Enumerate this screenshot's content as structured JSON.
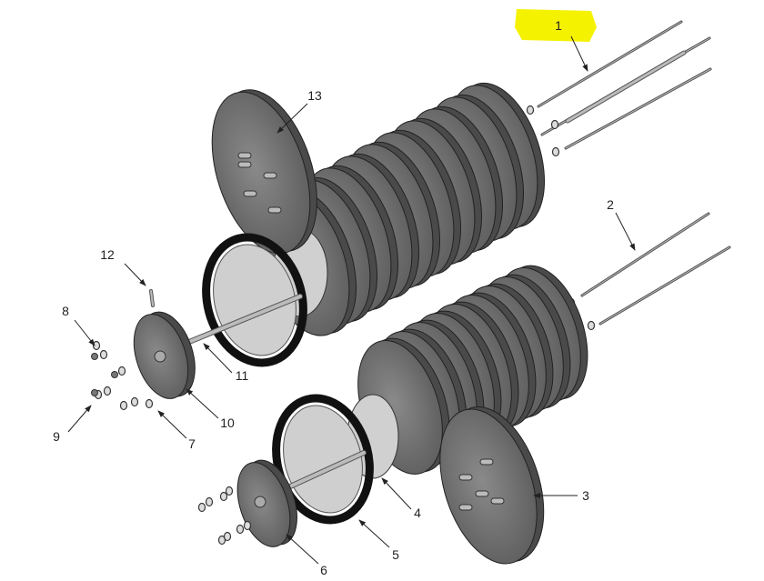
{
  "diagram": {
    "title": "Exploded parts diagram",
    "highlight_color": "#f5f200",
    "highlighted_callout": "1",
    "callouts": [
      "1",
      "2",
      "3",
      "4",
      "5",
      "6",
      "7",
      "8",
      "9",
      "10",
      "11",
      "12",
      "13"
    ]
  }
}
